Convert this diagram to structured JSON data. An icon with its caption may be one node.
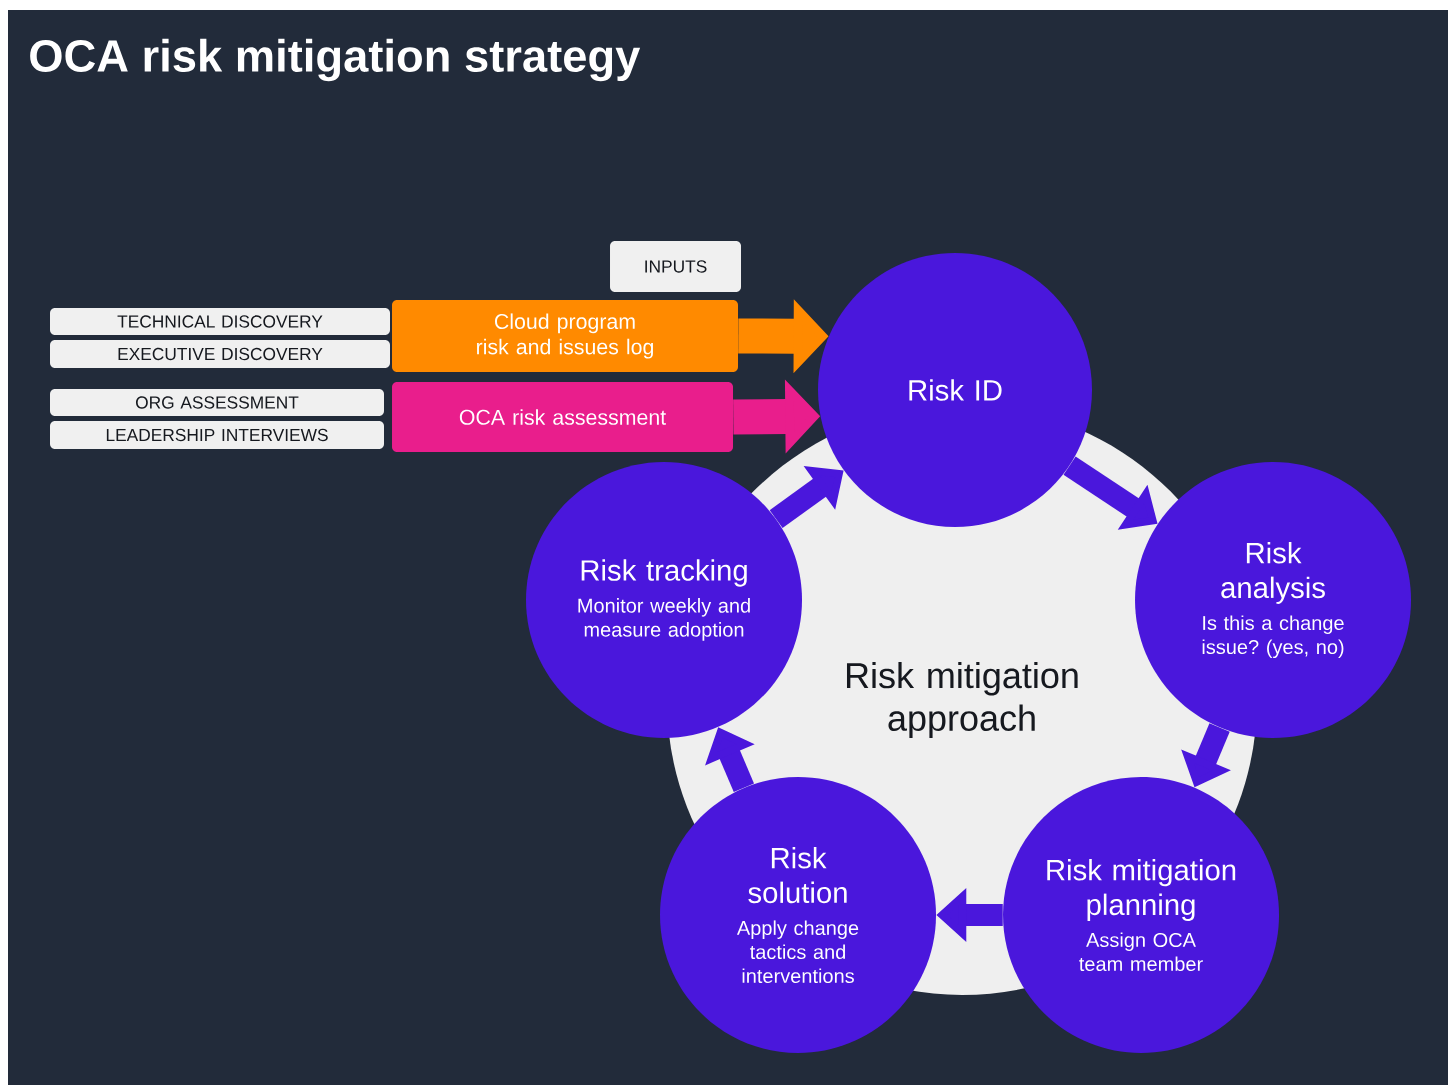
{
  "diagram": {
    "title": "OCA risk mitigation strategy",
    "nodes": [
      {
        "text": [
          "INPUTS"
        ]
      },
      {
        "text": [
          "TECHNICAL DISCOVERY"
        ]
      },
      {
        "text": [
          "EXECUTIVE DISCOVERY"
        ]
      },
      {
        "text": [
          "Cloud program risk and issues log"
        ]
      },
      {
        "text": [
          "ORG ASSESSMENT"
        ]
      },
      {
        "text": [
          "LEADERSHIP INTERVIEWS"
        ]
      },
      {
        "text": [
          "OCA risk assessment"
        ]
      },
      {
        "text": [
          "Risk mitigation approach"
        ]
      },
      {
        "text": [
          "Risk ID"
        ]
      },
      {
        "text": [
          "Risk analysis",
          "Is this a change issue? (yes, no)"
        ]
      },
      {
        "text": [
          "Risk mitigation planning",
          "Assign OCA team member"
        ]
      },
      {
        "text": [
          "Risk solution",
          "Apply change tactics and interventions"
        ]
      },
      {
        "text": [
          "Risk tracking",
          "Monitor weekly and measure adoption"
        ]
      }
    ],
    "edges": [
      {
        "from": 3,
        "to": 8,
        "arrow": "to",
        "color": "#ff8a00"
      },
      {
        "from": 6,
        "to": 8,
        "arrow": "to",
        "color": "#e91e8c"
      },
      {
        "from": 8,
        "to": 9,
        "arrow": "to"
      },
      {
        "from": 9,
        "to": 10,
        "arrow": "to"
      },
      {
        "from": 10,
        "to": 11,
        "arrow": "to"
      },
      {
        "from": 11,
        "to": 12,
        "arrow": "to"
      },
      {
        "from": 12,
        "to": 8,
        "arrow": "to"
      }
    ]
  }
}
